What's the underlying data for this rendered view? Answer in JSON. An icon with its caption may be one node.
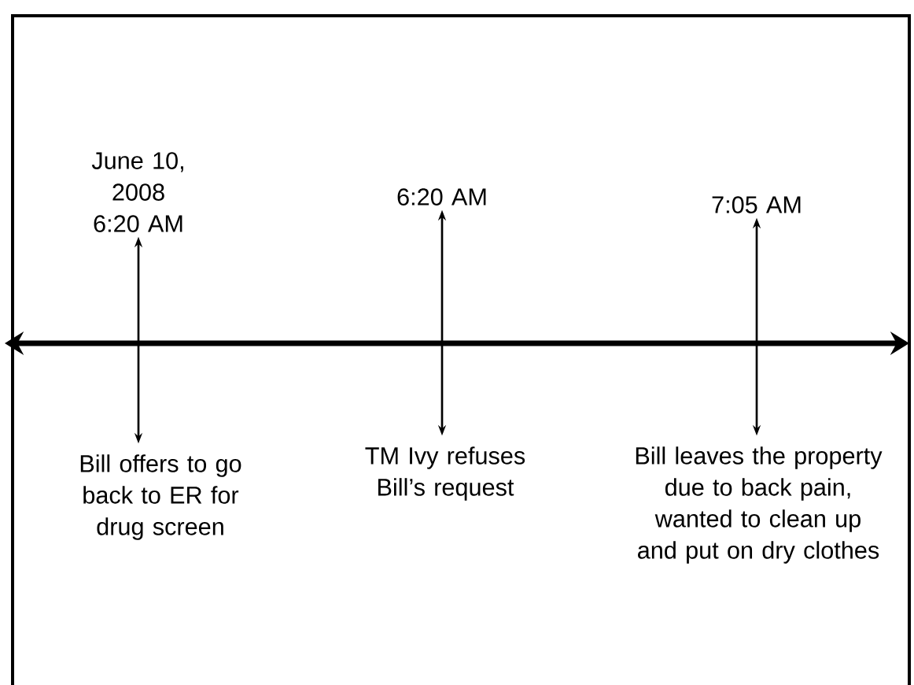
{
  "diagram": {
    "nodes": [
      {
        "text": [
          "June 10, 2008 6:20 AM"
        ]
      },
      {
        "text": [
          "6:20 AM"
        ]
      },
      {
        "text": [
          "7:05 AM"
        ]
      },
      {
        "text": [
          "Bill offers to go back to ER for drug screen"
        ]
      },
      {
        "text": [
          "TM Ivy refuses Bill’s request"
        ]
      },
      {
        "text": [
          "Bill leaves the property due to back pain, wanted to clean up and put on dry clothes"
        ]
      }
    ],
    "edges": [
      {
        "from": 0,
        "to": 3,
        "arrow": "both"
      },
      {
        "from": 1,
        "to": 4,
        "arrow": "both"
      },
      {
        "from": 2,
        "to": 5,
        "arrow": "both"
      }
    ]
  }
}
